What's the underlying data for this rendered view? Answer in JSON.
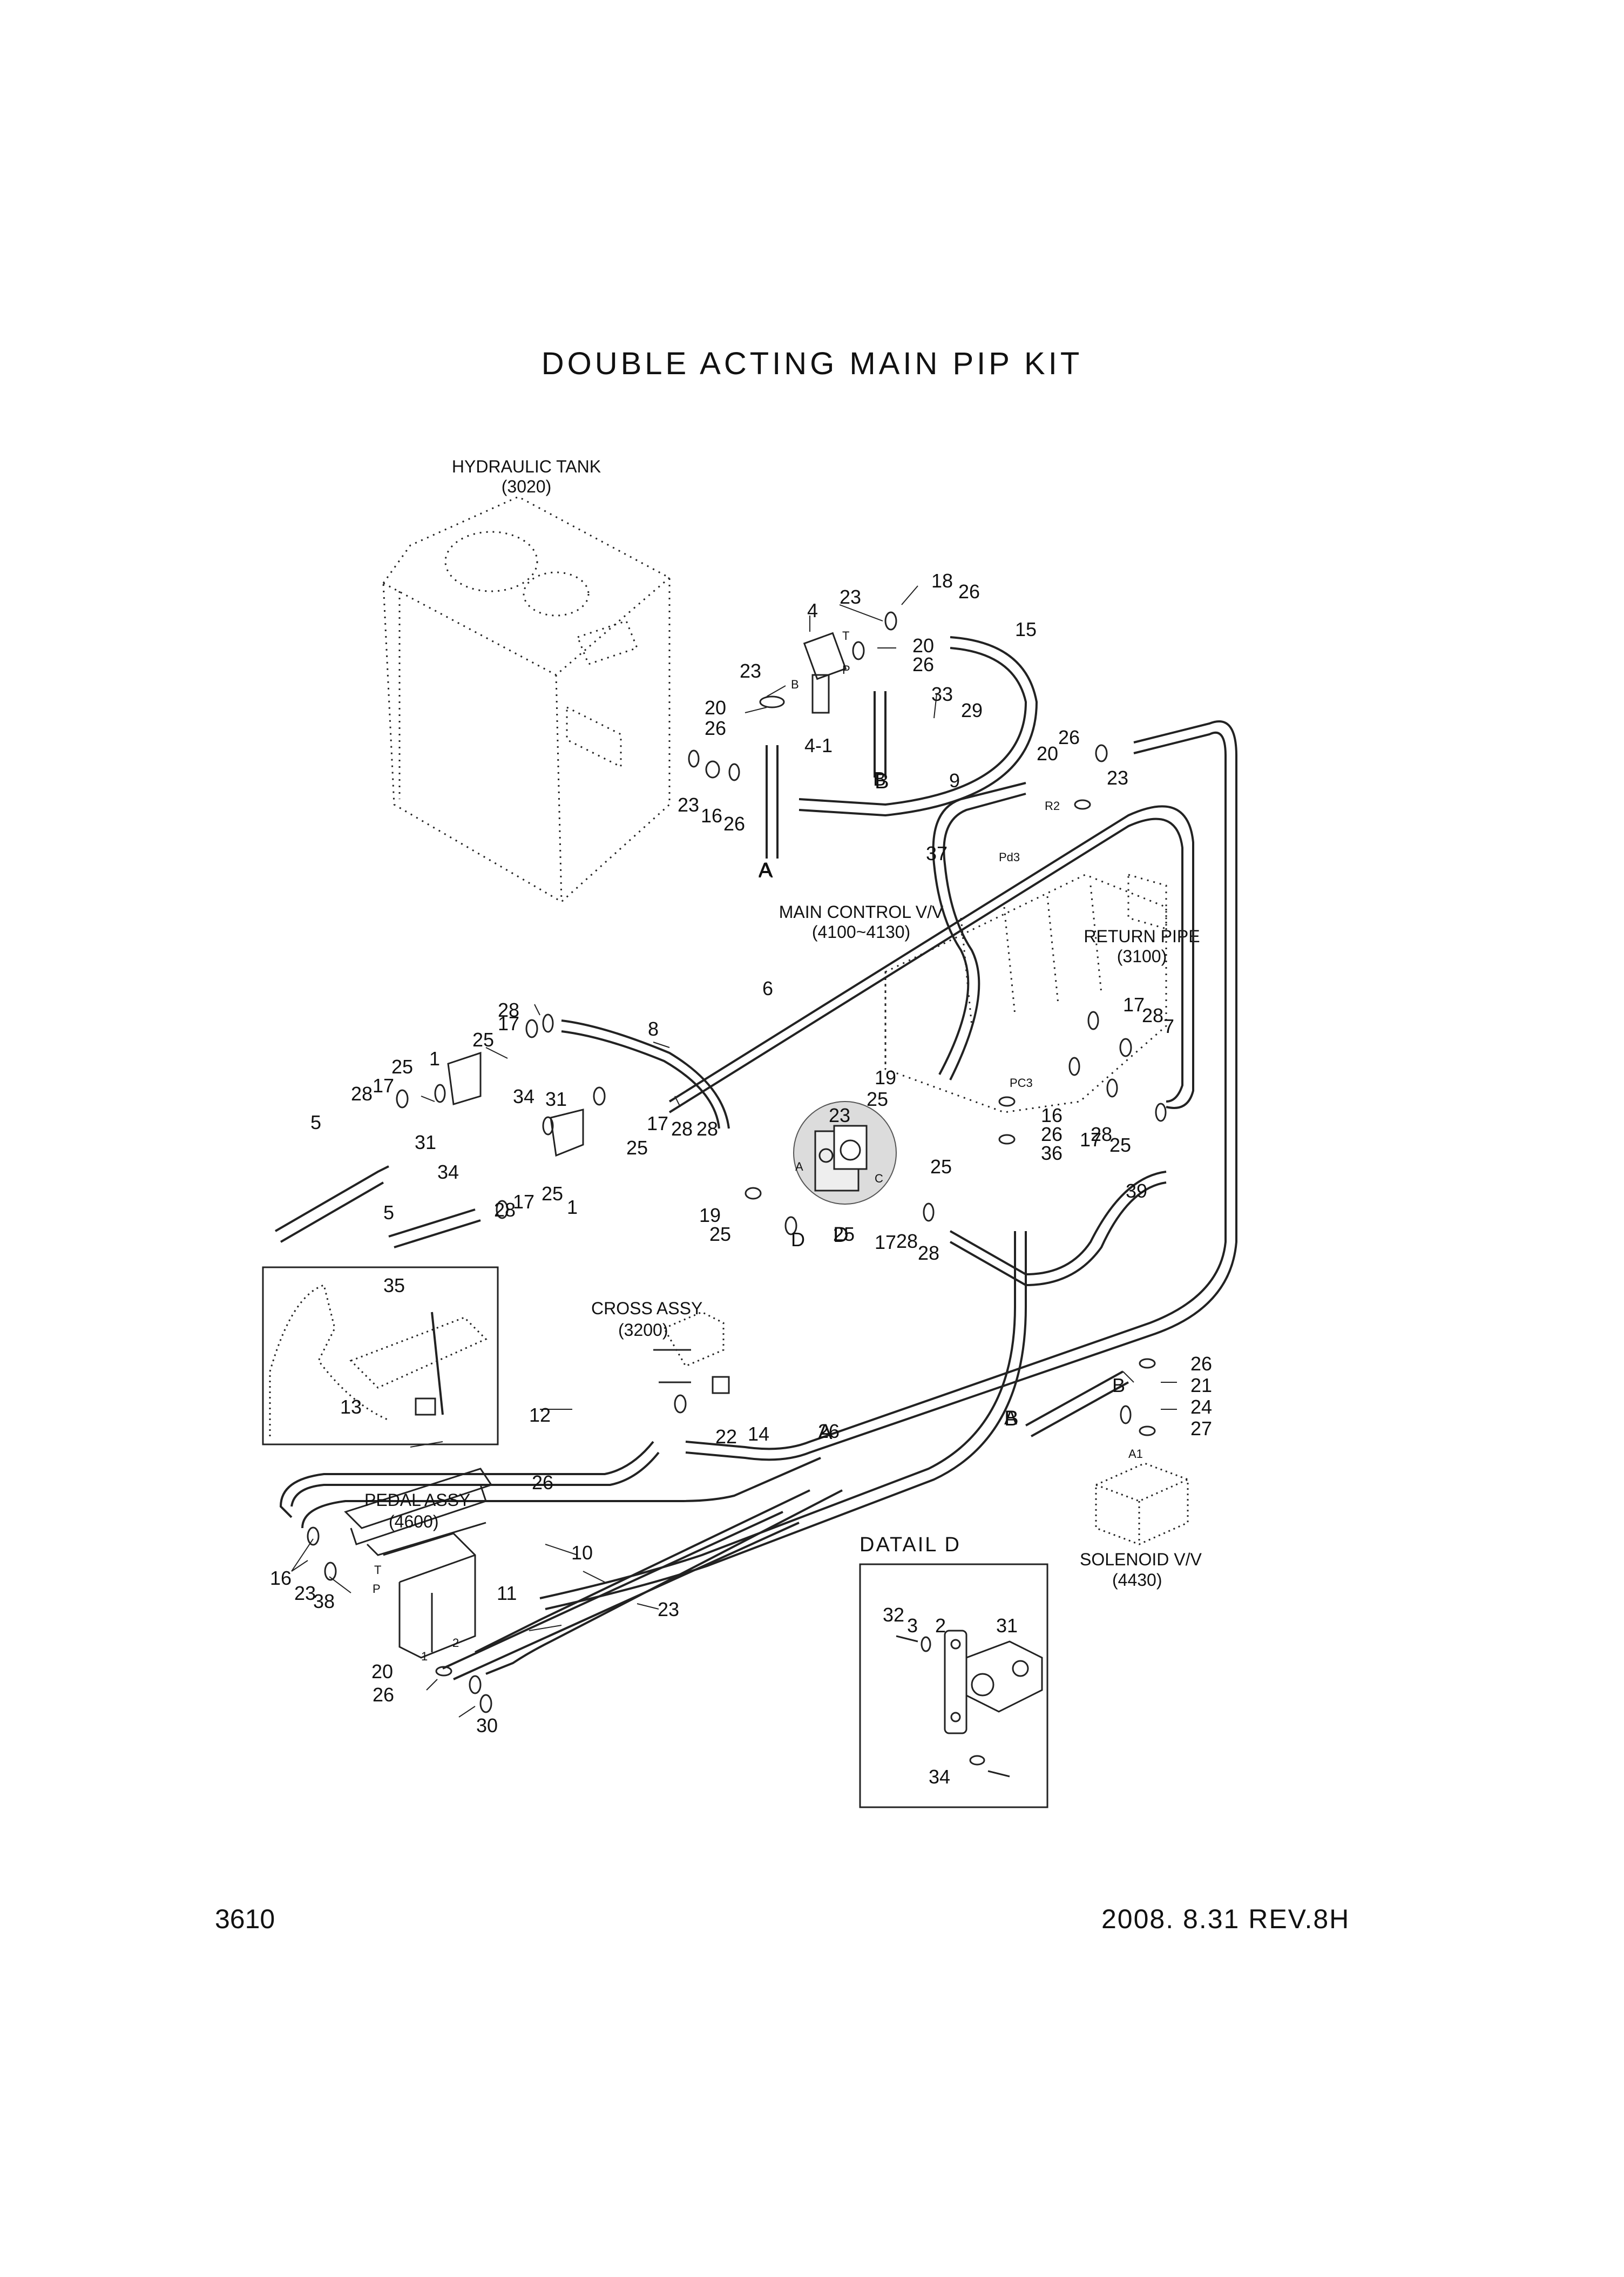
{
  "title": "DOUBLE ACTING MAIN PIP KIT",
  "page_number": "3610",
  "revision": "2008. 8.31  REV.8H",
  "components": {
    "hydraulic_tank": {
      "label": "HYDRAULIC TANK",
      "ref": "(3020)"
    },
    "main_control_valve": {
      "label": "MAIN CONTROL V/V",
      "ref": "(4100~4130)"
    },
    "return_pipe": {
      "label": "RETURN PIPE",
      "ref": "(3100)"
    },
    "cross_assy": {
      "label": "CROSS ASSY",
      "ref": "(3200)"
    },
    "pedal_assy": {
      "label": "PEDAL ASSY",
      "ref": "(4600)"
    },
    "solenoid_valve": {
      "label": "SOLENOID V/V",
      "ref": "(4430)"
    },
    "detail": {
      "label": "DATAIL D"
    }
  },
  "port_letters": {
    "a1": "A",
    "b1": "B",
    "a2": "A",
    "b2": "B",
    "d": "D",
    "t": "T",
    "p": "P",
    "b_small": "B",
    "c_small": "C",
    "a_small": "A",
    "r2": "R2",
    "pd3": "Pd3",
    "pc3": "PC3",
    "a1_sol": "A1",
    "t_pedal": "T",
    "p_pedal": "P",
    "p1": "1",
    "p2": "2"
  },
  "callouts": [
    "23",
    "18",
    "26",
    "4",
    "20",
    "26",
    "15",
    "23",
    "33",
    "29",
    "20",
    "26",
    "4-1",
    "B",
    "26",
    "20",
    "23",
    "23",
    "16",
    "26",
    "9",
    "37",
    "A",
    "6",
    "8",
    "28",
    "25",
    "17",
    "1",
    "25",
    "28",
    "17",
    "34",
    "31",
    "5",
    "31",
    "34",
    "28",
    "17",
    "25",
    "1",
    "5",
    "17",
    "25",
    "28",
    "28",
    "19",
    "25",
    "D",
    "25",
    "17",
    "28",
    "28",
    "19",
    "25",
    "23",
    "16",
    "26",
    "36",
    "25",
    "17",
    "28",
    "25",
    "17",
    "28",
    "7",
    "39",
    "35",
    "13",
    "12",
    "26",
    "22",
    "14",
    "26",
    "21",
    "24",
    "27",
    "B",
    "A",
    "26",
    "16",
    "23",
    "38",
    "11",
    "10",
    "23",
    "20",
    "26",
    "30",
    "32",
    "3",
    "2",
    "31",
    "34"
  ]
}
